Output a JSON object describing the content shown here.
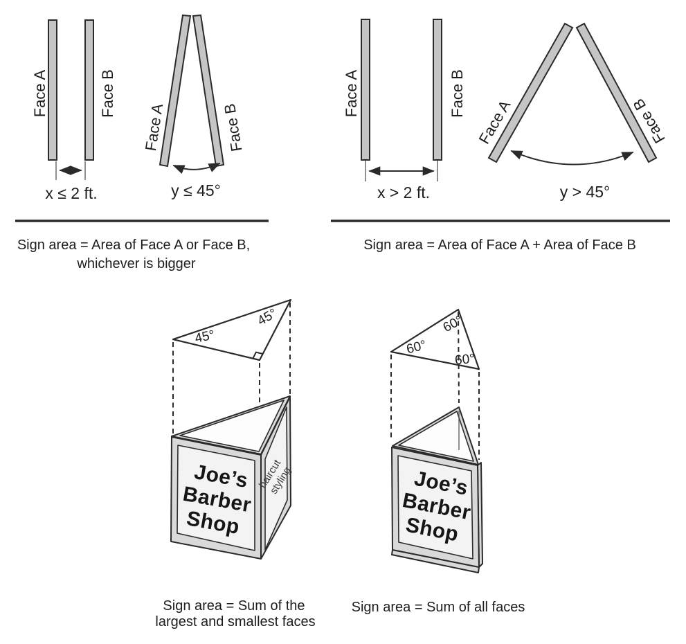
{
  "colors": {
    "page_bg": "#ffffff",
    "bar_fill": "#c5c5c5",
    "frame_fill": "#d9d9d9",
    "panel_fill": "#f3f3f3",
    "line": "#2a2a2a",
    "text": "#1d1d1d"
  },
  "top_left": {
    "parallel": {
      "face_a_label": "Face A",
      "face_b_label": "Face B",
      "distance_label": "x ≤ 2 ft."
    },
    "angled": {
      "face_a_label": "Face A",
      "face_b_label": "Face B",
      "angle_label": "y ≤ 45°"
    },
    "caption_line1": "Sign area = Area of Face A or Face B,",
    "caption_line2": "whichever is bigger"
  },
  "top_right": {
    "parallel": {
      "face_a_label": "Face A",
      "face_b_label": "Face B",
      "distance_label": "x > 2 ft."
    },
    "angled": {
      "face_a_label": "Face A",
      "face_b_label": "Face B",
      "angle_label": "y > 45°"
    },
    "caption_line1": "Sign area = Area of Face A + Area of Face B"
  },
  "bottom_left": {
    "plan_angle_left": "45°",
    "plan_angle_top": "45°",
    "sign_line1": "Joe’s",
    "sign_line2": "Barber",
    "sign_line3": "Shop",
    "side_line1": "haircut",
    "side_line2": "styling",
    "caption_line1": "Sign area = Sum of the",
    "caption_line2": "largest and smallest faces"
  },
  "bottom_right": {
    "plan_angle_top": "60°",
    "plan_angle_left": "60°",
    "plan_angle_right": "60°",
    "sign_line1": "Joe’s",
    "sign_line2": "Barber",
    "sign_line3": "Shop",
    "caption_line1": "Sign area = Sum of all faces"
  }
}
